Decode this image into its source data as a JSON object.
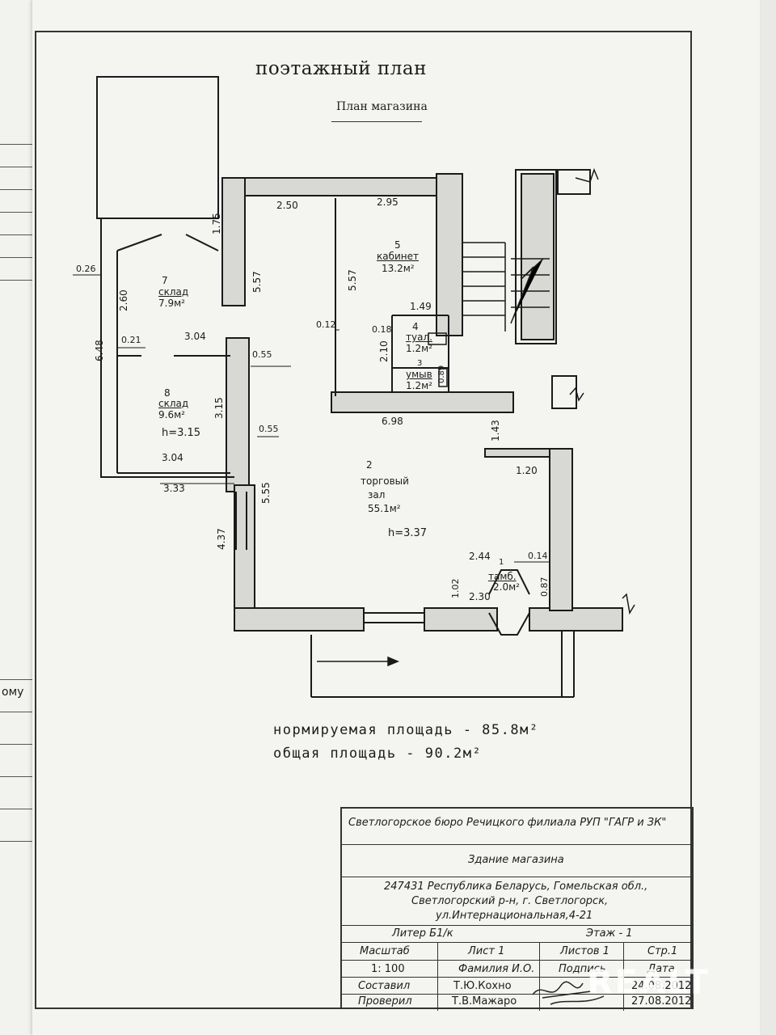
{
  "document": {
    "title": "поэтажный план",
    "subtitle": "План магазина"
  },
  "rooms": [
    {
      "number": "7",
      "name": "склад",
      "area": "7.9м²"
    },
    {
      "number": "8",
      "name": "склад",
      "area": "9.6м²",
      "height": "h=3.15"
    },
    {
      "number": "5",
      "name": "кабинет",
      "area": "13.2м²"
    },
    {
      "number": "4",
      "name": "туал.",
      "area": "1.2м²"
    },
    {
      "number": "3",
      "name": "умыв",
      "area": "1.2м²"
    },
    {
      "number": "2",
      "name_line1": "торговый",
      "name_line2": "зал",
      "area": "55.1м²",
      "height": "h=3.37"
    },
    {
      "number": "1",
      "name": "тамб.",
      "area": "2.0м²"
    }
  ],
  "dimensions": {
    "d250": "2.50",
    "d295": "2.95",
    "d175": "1.75",
    "d026": "0.26",
    "d557a": "5.57",
    "d557b": "5.57",
    "d260": "2.60",
    "d021": "0.21",
    "d304a": "3.04",
    "d012": "0.12",
    "d149": "1.49",
    "d018": "0.18",
    "d210": "2.10",
    "d089": "0.89",
    "d648": "6.48",
    "d055a": "0.55",
    "d315": "3.15",
    "d055b": "0.55",
    "d698": "6.98",
    "d143": "1.43",
    "d304b": "3.04",
    "d333": "3.33",
    "d555": "5.55",
    "d120": "1.20",
    "d437": "4.37",
    "d244": "2.44",
    "d014": "0.14",
    "d102": "1.02",
    "d230": "2.30",
    "d087": "0.87"
  },
  "summary": {
    "normative_area": "нормируемая площадь - 85.8м²",
    "total_area": "общая площадь - 90.2м²"
  },
  "titleblock": {
    "org": "Светлогорское бюро Речицкого филиала РУП \"ГАГР и ЗК\"",
    "building": "Здание магазина",
    "address1": "247431 Республика Беларусь, Гомельская обл.,",
    "address2": "Светлогорский р-н, г. Светлогорск,",
    "address3": "ул.Интернациональная,4-21",
    "liter": "Литер Б1/к",
    "floor": "Этаж - 1",
    "h_scale": "Масштаб",
    "h_sheet": "Лист 1",
    "h_sheets": "Листов 1",
    "h_page": "Стр.1",
    "scale": "1: 100",
    "h_name": "Фамилия И.О.",
    "h_sign": "Подпись",
    "h_date": "Дата",
    "composed_label": "Составил",
    "composed_name": "Т.Ю.Кохно",
    "composed_date": "24.08.2012",
    "checked_label": "Проверил",
    "checked_name": "Т.В.Мажаро",
    "checked_date": "27.08.2012"
  },
  "left_sheet": {
    "fragment": "ому"
  },
  "watermark": "REALT"
}
